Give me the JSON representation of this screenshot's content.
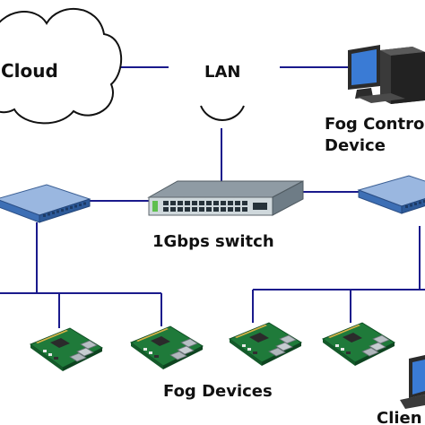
{
  "labels": {
    "cloud": "Cloud",
    "lan": "LAN",
    "fog_controller_line1": "Fog Contro",
    "fog_controller_line2": "Device",
    "switch": "1Gbps switch",
    "fog_devices": "Fog Devices",
    "client": "Clien"
  },
  "colors": {
    "link_line": "#1a1a8c",
    "switch_body": "#3d6fb5",
    "switch_top": "#9ab7e0",
    "main_switch_body": "#6e7c86",
    "main_switch_front": "#cfd8dc",
    "board_green": "#1f7a3a",
    "monitor_screen": "#3a7bd5",
    "device_dark": "#2b2b2b"
  },
  "icons": {
    "cloud": "cloud-icon",
    "lan": "lan-arc-icon",
    "controller": "desktop-computer-icon",
    "main_switch": "network-switch-icon",
    "side_switch": "network-switch-icon",
    "fog_device": "raspberry-pi-board-icon",
    "client": "laptop-icon"
  }
}
